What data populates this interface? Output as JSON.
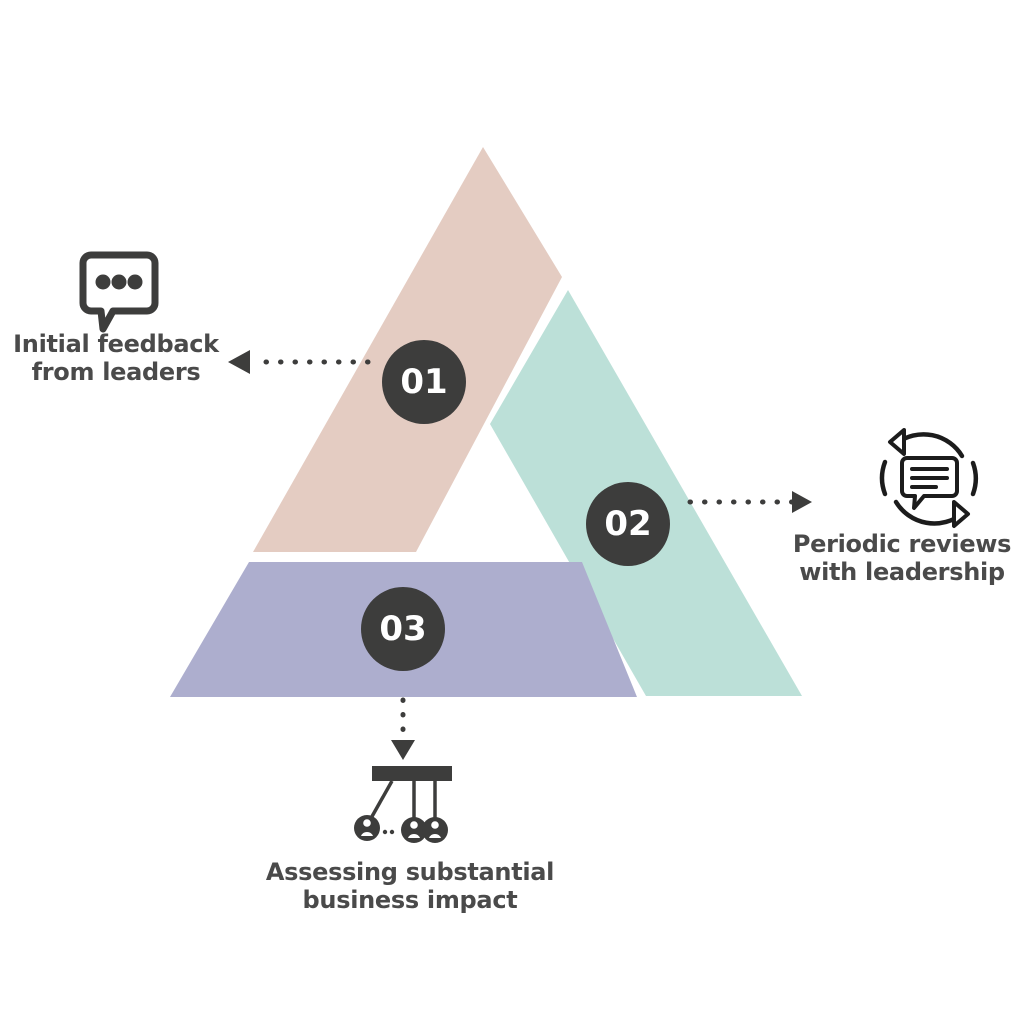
{
  "diagram": {
    "type": "triangle-3-step-process",
    "background_color": "#ffffff",
    "title_text": "",
    "badge_circle_color": "#3d3d3c",
    "badge_text_color": "#ffffff",
    "label_text_color": "#4a4a4a",
    "connector_color": "#3d3d3c",
    "steps": [
      {
        "number": "01",
        "label_line1": "Initial feedback",
        "label_line2": "from leaders",
        "label_full": "Initial feedback\nfrom leaders",
        "segment_color": "#e4ccc2",
        "icon_name": "speech-bubble-ellipsis-icon",
        "connector_name": "dotted-arrow-left",
        "position": "left-side"
      },
      {
        "number": "02",
        "label_line1": "Periodic reviews",
        "label_line2": "with leadership",
        "label_full": "Periodic reviews\nwith leadership",
        "segment_color": "#bce0d8",
        "icon_name": "refresh-cycle-chat-icon",
        "connector_name": "dotted-arrow-right",
        "position": "right-side"
      },
      {
        "number": "03",
        "label_line1": "Assessing substantial",
        "label_line2": "business impact",
        "label_full": "Assessing substantial\nbusiness impact",
        "segment_color": "#adaece",
        "icon_name": "newtons-cradle-people-icon",
        "connector_name": "dotted-arrow-down",
        "position": "bottom-side"
      }
    ]
  }
}
